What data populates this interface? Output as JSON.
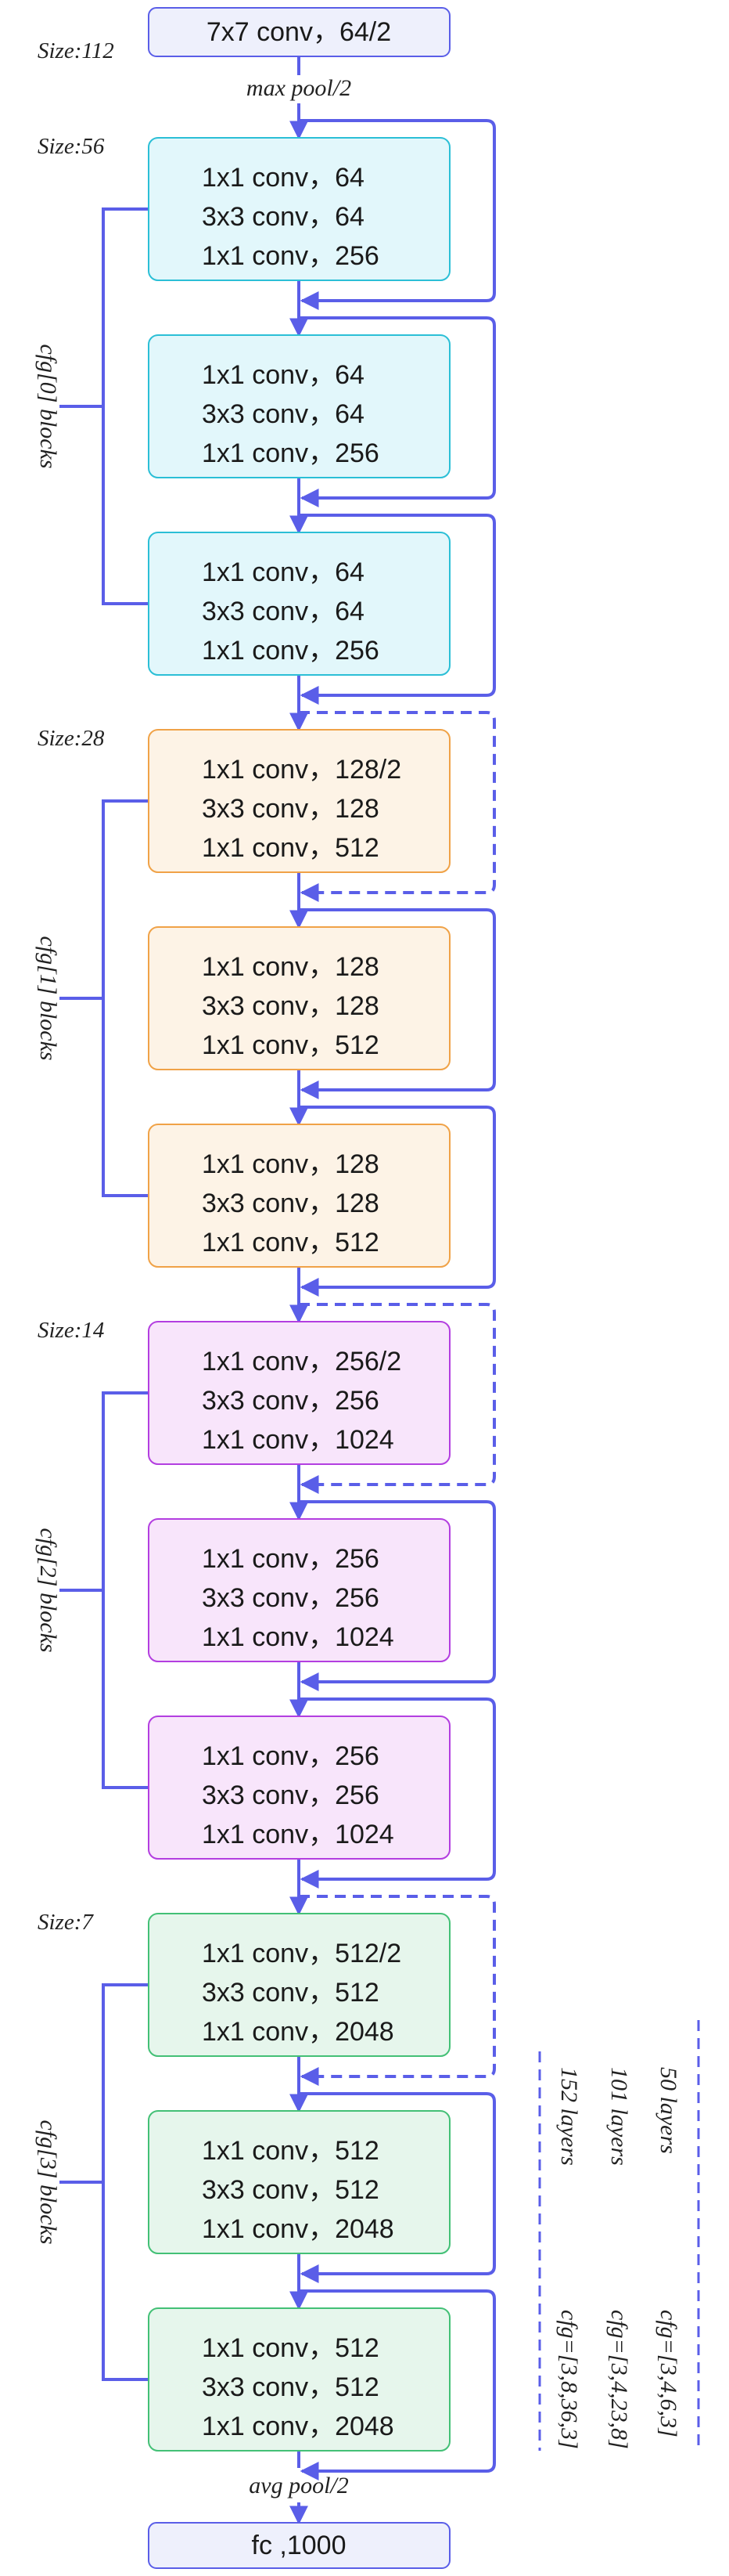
{
  "colors": {
    "line": "#5a5ee8",
    "stem_blue_border": "#5a5ee8",
    "stem_blue_fill": "#eef0fc",
    "stage0_border": "#2bbfd6",
    "stage0_fill": "#e2f7fb",
    "stage1_border": "#f0a247",
    "stage1_fill": "#fdf3e6",
    "stage2_border": "#b33ee0",
    "stage2_fill": "#f8e5fb",
    "stage3_border": "#43c076",
    "stage3_fill": "#e6f6ec"
  },
  "stem": {
    "size_label": "Size:112",
    "conv_label": "7x7 conv，64/2",
    "pool_label": "max pool/2"
  },
  "stages": [
    {
      "size_label": "Size:56",
      "blocks_label": "cfg[0] blocks",
      "blocks": [
        [
          "1x1 conv，64",
          "3x3 conv，64",
          "1x1 conv，256"
        ],
        [
          "1x1 conv，64",
          "3x3 conv，64",
          "1x1 conv，256"
        ],
        [
          "1x1 conv，64",
          "3x3 conv，64",
          "1x1 conv，256"
        ]
      ]
    },
    {
      "size_label": "Size:28",
      "blocks_label": "cfg[1] blocks",
      "blocks": [
        [
          "1x1 conv，128/2",
          "3x3 conv，128",
          "1x1 conv，512"
        ],
        [
          "1x1 conv，128",
          "3x3 conv，128",
          "1x1 conv，512"
        ],
        [
          "1x1 conv，128",
          "3x3 conv，128",
          "1x1 conv，512"
        ]
      ]
    },
    {
      "size_label": "Size:14",
      "blocks_label": "cfg[2] blocks",
      "blocks": [
        [
          "1x1 conv，256/2",
          "3x3 conv，256",
          "1x1 conv，1024"
        ],
        [
          "1x1 conv，256",
          "3x3 conv，256",
          "1x1 conv，1024"
        ],
        [
          "1x1 conv，256",
          "3x3 conv，256",
          "1x1 conv，1024"
        ]
      ]
    },
    {
      "size_label": "Size:7",
      "blocks_label": "cfg[3] blocks",
      "blocks": [
        [
          "1x1 conv，512/2",
          "3x3 conv，512",
          "1x1 conv，2048"
        ],
        [
          "1x1 conv，512",
          "3x3 conv，512",
          "1x1 conv，2048"
        ],
        [
          "1x1 conv，512",
          "3x3 conv，512",
          "1x1 conv，2048"
        ]
      ]
    }
  ],
  "head": {
    "pool_label": "avg pool/2",
    "fc_label": "fc ,1000"
  },
  "legend": [
    {
      "layers": "50 layers",
      "cfg": "cfg=[3,4,6,3]"
    },
    {
      "layers": "101 layers",
      "cfg": "cfg=[3,4,23,8]"
    },
    {
      "layers": "152 layers",
      "cfg": "cfg=[3,8,36,3]"
    }
  ]
}
